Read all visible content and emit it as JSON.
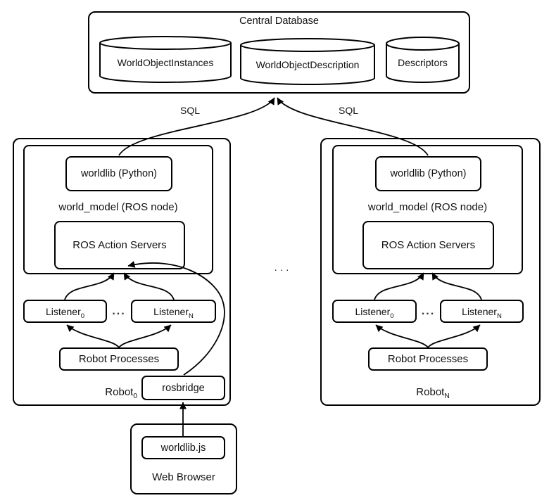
{
  "colors": {
    "stroke": "#000000",
    "background": "#ffffff"
  },
  "central_database": {
    "title": "Central Database",
    "tables": [
      "WorldObjectInstances",
      "WorldObjectDescription",
      "Descriptors"
    ]
  },
  "connections": {
    "sql_left": "SQL",
    "sql_right": "SQL"
  },
  "robot_left": {
    "worldlib": "worldlib (Python)",
    "node": "world_model (ROS node)",
    "action_servers": "ROS Action Servers",
    "listener_first": {
      "base": "Listener",
      "sub": "0"
    },
    "listener_last": {
      "base": "Listener",
      "sub": "N"
    },
    "listener_dots": "...",
    "processes": "Robot Processes",
    "rosbridge": "rosbridge",
    "label": {
      "base": "Robot",
      "sub": "0"
    }
  },
  "robot_right": {
    "worldlib": "worldlib (Python)",
    "node": "world_model (ROS node)",
    "action_servers": "ROS Action Servers",
    "listener_first": {
      "base": "Listener",
      "sub": "0"
    },
    "listener_last": {
      "base": "Listener",
      "sub": "N"
    },
    "listener_dots": "...",
    "processes": "Robot Processes",
    "label": {
      "base": "Robot",
      "sub": "N"
    }
  },
  "ellipsis_between_robots": ". . .",
  "web_browser": {
    "title": "Web Browser",
    "worldlib_js": "worldlib.js"
  }
}
